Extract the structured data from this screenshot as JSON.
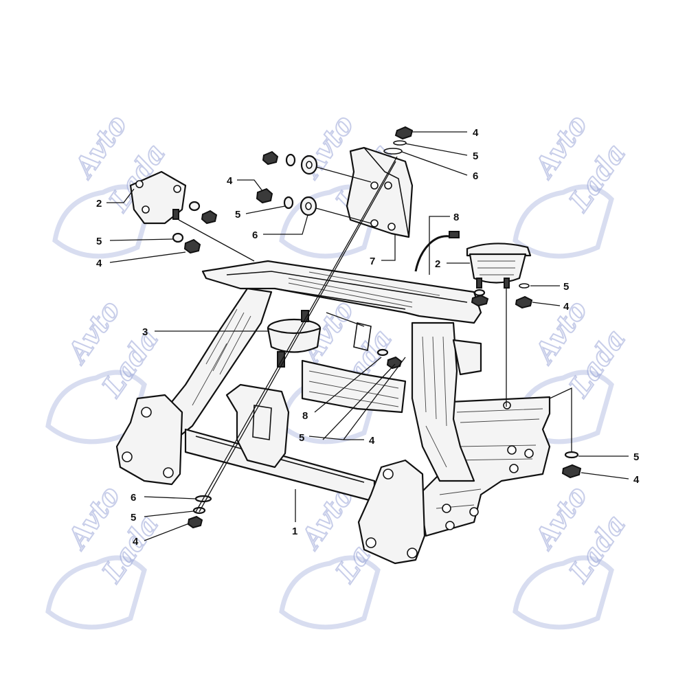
{
  "watermark": {
    "line1": "Avto",
    "line2": "Lada",
    "color": "#9aa6d8"
  },
  "callouts": [
    {
      "id": "c-4-top-right",
      "label": "4"
    },
    {
      "id": "c-5-top-right",
      "label": "5"
    },
    {
      "id": "c-6-top-right",
      "label": "6"
    },
    {
      "id": "c-2-left",
      "label": "2"
    },
    {
      "id": "c-4-left-upper",
      "label": "4"
    },
    {
      "id": "c-5-left-upper",
      "label": "5"
    },
    {
      "id": "c-6-left-upper",
      "label": "6"
    },
    {
      "id": "c-5-left-lower",
      "label": "5"
    },
    {
      "id": "c-4-left-lower",
      "label": "4"
    },
    {
      "id": "c-8-top",
      "label": "8"
    },
    {
      "id": "c-7",
      "label": "7"
    },
    {
      "id": "c-2-right",
      "label": "2"
    },
    {
      "id": "c-5-right-upper",
      "label": "5"
    },
    {
      "id": "c-4-right-upper",
      "label": "4"
    },
    {
      "id": "c-3",
      "label": "3"
    },
    {
      "id": "c-8-center",
      "label": "8"
    },
    {
      "id": "c-5-center",
      "label": "5"
    },
    {
      "id": "c-4-center",
      "label": "4"
    },
    {
      "id": "c-5-right-lower",
      "label": "5"
    },
    {
      "id": "c-4-right-lower",
      "label": "4"
    },
    {
      "id": "c-6-bottom",
      "label": "6"
    },
    {
      "id": "c-5-bottom",
      "label": "5"
    },
    {
      "id": "c-4-bottom",
      "label": "4"
    },
    {
      "id": "c-1",
      "label": "1"
    }
  ]
}
